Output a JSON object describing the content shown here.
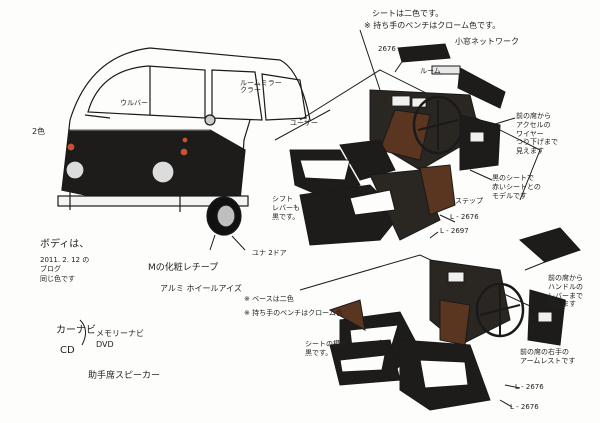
{
  "colors": {
    "ink": "#1a1a1a",
    "body": "#2a2622",
    "wood": "#5a3520",
    "paper": "#fdfdfb",
    "wheel": "#bfbfbf",
    "light": "#c85030"
  },
  "notes": {
    "top_line1": "シートは二色です。",
    "top_line2": "※ 持ち手のベンチはクローム色です。",
    "roof_console": "小窓ネットワーク",
    "sun_visor": "2676",
    "rear_mirror": "ルーム",
    "bumper_label": "ウルバー",
    "mirror_label": "ルームミラー\nクラー",
    "headlamp": "2色",
    "body_note": "ボディは、",
    "date_note": "2011. 2. 12 の\nブログ\n同じ色です",
    "tire_note": "Mの化粧レチープ",
    "rim_note": "アルミ ホイールアイズ",
    "floor_note": "ユナ 2ドア",
    "shift_note": "シフト\nレバーも\n黒です。",
    "right_note1": "前の席から\nアクセルの\nワイヤー\nつり下げまで\n見えます",
    "right_note2": "黒のシートで\n赤いシートとの\nモデルです",
    "step_note": "ステップ",
    "lever_2676": "L - 2676",
    "lever_2697": "L - 2697",
    "mid_line1": "※ ベースは二色",
    "mid_line2": "※ 持ち手のベンチはクローム色",
    "bottom_seat": "シートの模様\n黒です。",
    "bottom_right1": "前の席から\nハンドルの\nレバーまで\n見えます",
    "bottom_right2": "前の席の右手の\nアームレストです",
    "bottom_l1": "L - 2676",
    "bottom_l2": "L - 2676",
    "left_cd1": "カーナビ",
    "left_cd2": "CD",
    "left_cd3": "メモリーナビ\nDVD",
    "speaker_note": "助手席スピーカー",
    "top_seat_label": "ユーザー"
  }
}
